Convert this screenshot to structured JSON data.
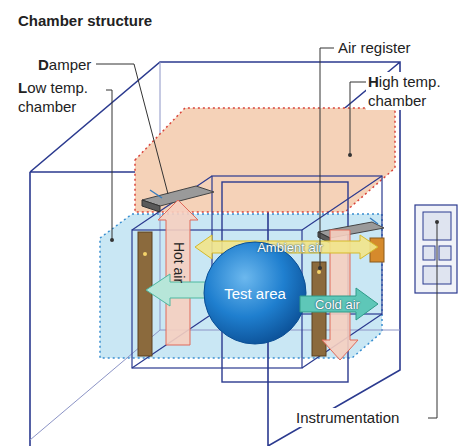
{
  "diagram": {
    "title": "Chamber structure",
    "nodes": [
      {
        "text": [
          "Test area"
        ]
      }
    ],
    "labels": [
      "Damper",
      "Low temp. chamber",
      "Air register",
      "High temp. chamber",
      "Hot air",
      "Ambient air",
      "Cold air",
      "Instrumentation"
    ]
  }
}
